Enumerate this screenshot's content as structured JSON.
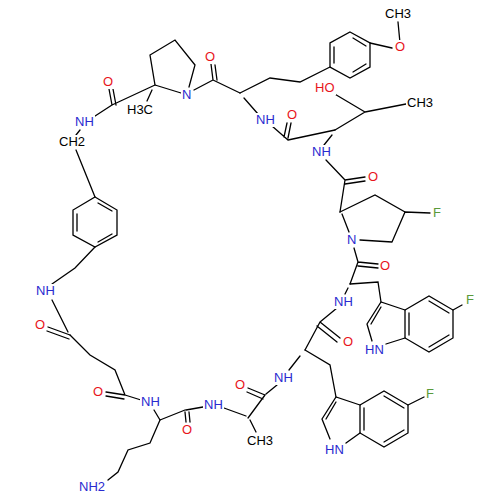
{
  "diagram": {
    "labels": [
      "CH3",
      "O",
      "O",
      "O",
      "HO",
      "N",
      "H3C",
      "CH3",
      "NH",
      "O",
      "NH",
      "CH2",
      "NH",
      "O",
      "F",
      "N",
      "O",
      "NH",
      "NH",
      "F",
      "O",
      "O",
      "HN",
      "NH",
      "O",
      "F",
      "O",
      "NH",
      "NH",
      "O",
      "CH3",
      "HN",
      "NH2"
    ]
  }
}
